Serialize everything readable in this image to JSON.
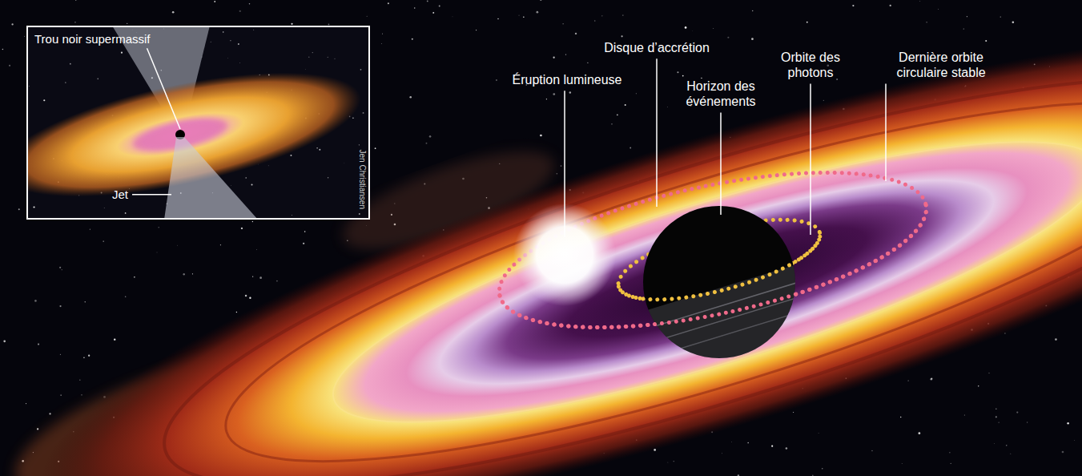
{
  "diagram": {
    "nodes": [
      {
        "text": [
          "Trou noir supermassif",
          "Jet",
          "Jen Christiansen"
        ]
      }
    ],
    "labels": [
      "Éruption lumineuse",
      "Disque d’accrétion",
      "Horizon des événements",
      "Orbite des photons",
      "Dernière orbite circulaire stable"
    ]
  }
}
